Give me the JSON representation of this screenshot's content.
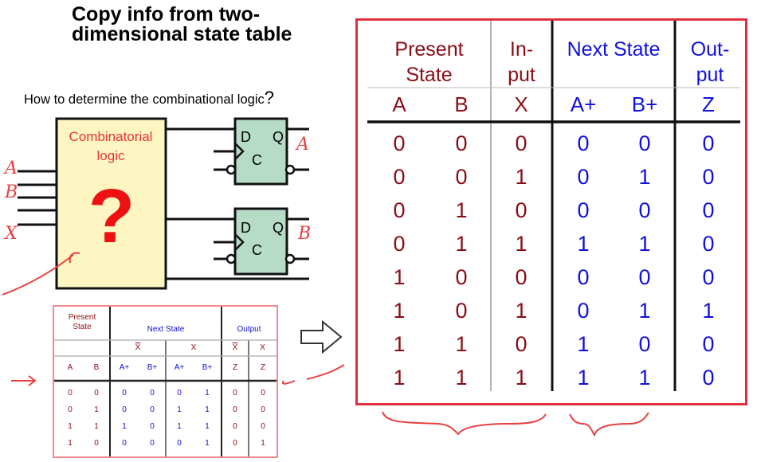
{
  "title": "Copy info from two-dimensional state table",
  "question": {
    "text": "How to determine the combinational logic",
    "mark": "?"
  },
  "combinatorial_block": {
    "label_line1": "Combinatorial",
    "label_line2": "logic",
    "mark": "?"
  },
  "flip_flops": [
    {
      "d": "D",
      "q": "Q",
      "c": "C"
    },
    {
      "d": "D",
      "q": "Q",
      "c": "C"
    }
  ],
  "handwritten": {
    "input_a": "A",
    "input_b": "B",
    "input_x": "X",
    "output_a": "A",
    "output_b": "B"
  },
  "big_table": {
    "headers": {
      "present_line1": "Present",
      "present_line2": "State",
      "input_line1": "In-",
      "input_line2": "put",
      "next": "Next State",
      "output_line1": "Out-",
      "output_line2": "put"
    },
    "subheaders": [
      "A",
      "B",
      "X",
      "A+",
      "B+",
      "Z"
    ],
    "rows": [
      [
        "0",
        "0",
        "0",
        "0",
        "0",
        "0"
      ],
      [
        "0",
        "0",
        "1",
        "0",
        "1",
        "0"
      ],
      [
        "0",
        "1",
        "0",
        "0",
        "0",
        "0"
      ],
      [
        "0",
        "1",
        "1",
        "1",
        "1",
        "0"
      ],
      [
        "1",
        "0",
        "0",
        "0",
        "0",
        "0"
      ],
      [
        "1",
        "0",
        "1",
        "0",
        "1",
        "1"
      ],
      [
        "1",
        "1",
        "0",
        "1",
        "0",
        "0"
      ],
      [
        "1",
        "1",
        "1",
        "1",
        "1",
        "0"
      ]
    ],
    "colors": {
      "red": "#8b0c14",
      "blue": "#1010dd",
      "frame": "#e03040"
    }
  },
  "small_table": {
    "headers": {
      "present_line1": "Present",
      "present_line2": "State",
      "next": "Next State",
      "output": "Output",
      "xbar": "X",
      "x": "X"
    },
    "subheaders": [
      "A",
      "B",
      "A+",
      "B+",
      "A+",
      "B+",
      "Z",
      "Z"
    ],
    "rows": [
      [
        "0",
        "0",
        "0",
        "0",
        "0",
        "1",
        "0",
        "0"
      ],
      [
        "0",
        "1",
        "0",
        "0",
        "1",
        "1",
        "0",
        "0"
      ],
      [
        "1",
        "1",
        "1",
        "0",
        "1",
        "1",
        "0",
        "0"
      ],
      [
        "1",
        "0",
        "0",
        "0",
        "0",
        "1",
        "0",
        "1"
      ]
    ]
  }
}
